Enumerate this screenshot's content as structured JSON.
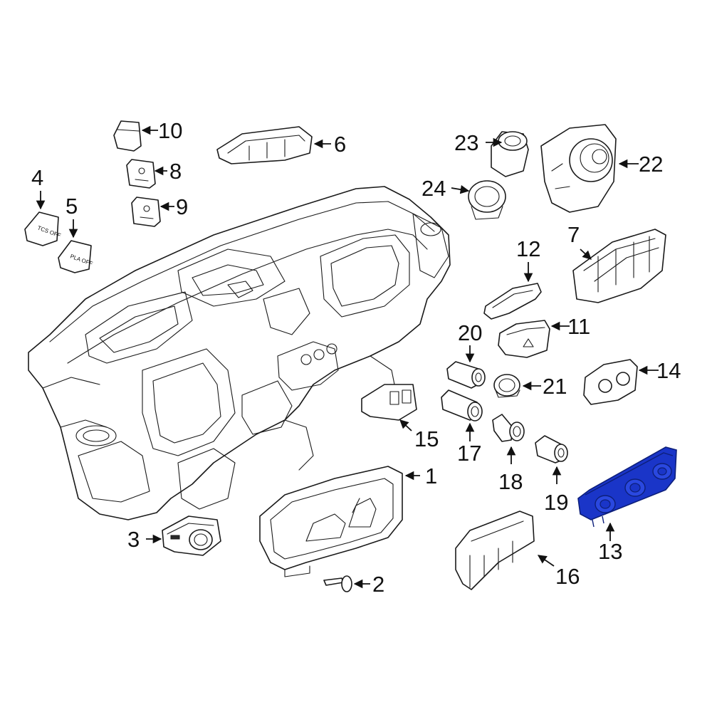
{
  "diagram": {
    "colors": {
      "line": "#1a1a1a",
      "highlight": "#1a35c8",
      "highlight_dark": "#0d1f7a",
      "background": "#ffffff"
    },
    "highlighted_part": "13",
    "callouts": {
      "c1": "1",
      "c2": "2",
      "c3": "3",
      "c4": "4",
      "c5": "5",
      "c6": "6",
      "c7": "7",
      "c8": "8",
      "c9": "9",
      "c10": "10",
      "c11": "11",
      "c12": "12",
      "c13": "13",
      "c14": "14",
      "c15": "15",
      "c16": "16",
      "c17": "17",
      "c18": "18",
      "c19": "19",
      "c20": "20",
      "c21": "21",
      "c22": "22",
      "c23": "23",
      "c24": "24"
    },
    "switch_labels": {
      "sw4": "TCS OFF",
      "sw5": "PLA OFF"
    }
  }
}
